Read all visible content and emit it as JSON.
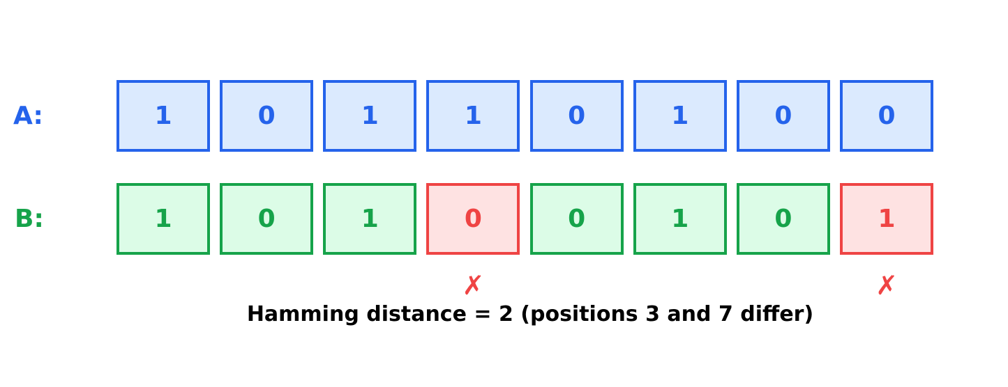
{
  "colors": {
    "a_border": "#2563eb",
    "a_fill": "#dbeafe",
    "b_border": "#16a34a",
    "b_fill": "#dcfce7",
    "diff_border": "#ef4444",
    "diff_fill": "#fee2e2"
  },
  "rows": [
    {
      "label": "A:",
      "bits": [
        "1",
        "0",
        "1",
        "1",
        "0",
        "1",
        "0",
        "0"
      ]
    },
    {
      "label": "B:",
      "bits": [
        "1",
        "0",
        "1",
        "0",
        "0",
        "1",
        "0",
        "1"
      ]
    }
  ],
  "diff_marker": "✗",
  "diff_positions": [
    3,
    7
  ],
  "caption": "Hamming distance = 2 (positions 3 and 7 differ)"
}
